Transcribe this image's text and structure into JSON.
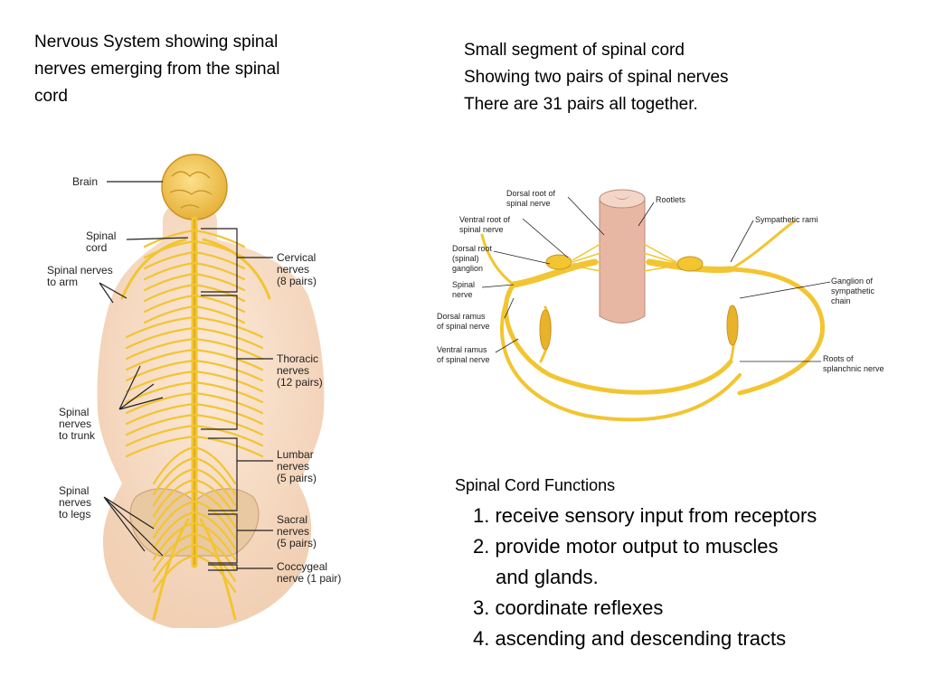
{
  "left_caption": [
    "Nervous System showing spinal",
    "nerves emerging from the spinal",
    "cord"
  ],
  "right_caption": [
    "Small segment of spinal cord",
    "Showing two pairs of spinal nerves",
    "There are 31 pairs all together."
  ],
  "functions": {
    "title": "Spinal Cord Functions",
    "items": [
      "1. receive sensory input from receptors",
      "2. provide motor output to muscles",
      "and glands.",
      "3. coordinate reflexes",
      "4. ascending and descending tracts"
    ]
  },
  "body_labels": {
    "brain": "Brain",
    "spinal_cord": [
      "Spinal",
      "cord"
    ],
    "nerves_arm": [
      "Spinal nerves",
      "to arm"
    ],
    "nerves_trunk": [
      "Spinal",
      "nerves",
      "to trunk"
    ],
    "nerves_legs": [
      "Spinal",
      "nerves",
      "to legs"
    ],
    "cervical": [
      "Cervical",
      "nerves",
      "(8 pairs)"
    ],
    "thoracic": [
      "Thoracic",
      "nerves",
      "(12 pairs)"
    ],
    "lumbar": [
      "Lumbar",
      "nerves",
      "(5 pairs)"
    ],
    "sacral": [
      "Sacral",
      "nerves",
      "(5 pairs)"
    ],
    "coccygeal": [
      "Coccygeal",
      "nerve (1 pair)"
    ]
  },
  "cord_labels": {
    "dorsal_root": [
      "Dorsal root of",
      "spinal nerve"
    ],
    "ventral_root": [
      "Ventral root of",
      "spinal nerve"
    ],
    "dorsal_ganglion": [
      "Dorsal root",
      "(spinal)",
      "ganglion"
    ],
    "spinal_nerve": [
      "Spinal",
      "nerve"
    ],
    "dorsal_ramus": [
      "Dorsal ramus",
      "of spinal nerve"
    ],
    "ventral_ramus": [
      "Ventral ramus",
      "of spinal nerve"
    ],
    "rootlets": "Rootlets",
    "sympathetic_rami": "Sympathetic rami",
    "ganglion_chain": [
      "Ganglion of",
      "sympathetic",
      "chain"
    ],
    "splanchnic": [
      "Roots of",
      "splanchnic nerve"
    ]
  },
  "colors": {
    "nerve": "#f2c531",
    "nerve_dark": "#d9a419",
    "skin": "#f7d9be",
    "cord_tissue": "#e8b7a4",
    "bracket": "#222222"
  }
}
